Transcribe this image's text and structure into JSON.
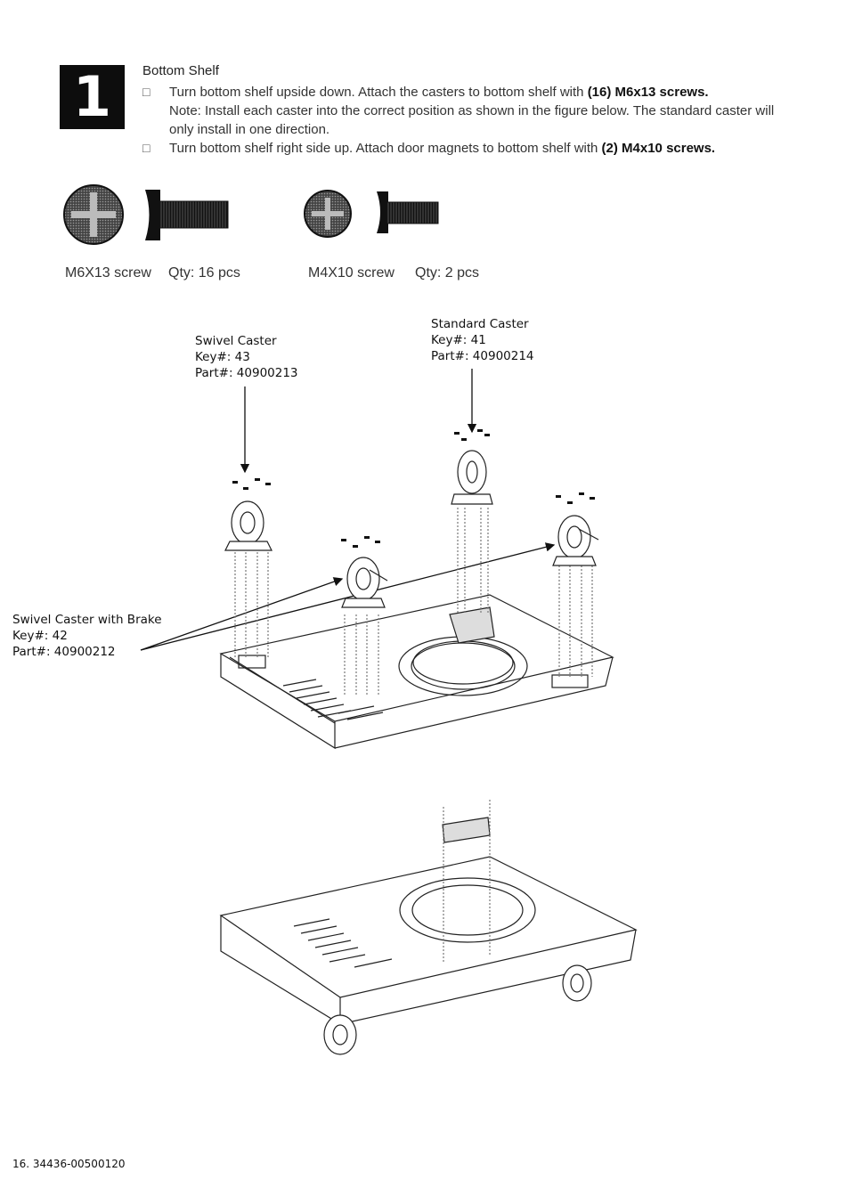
{
  "step": {
    "number": "1",
    "title": "Bottom Shelf",
    "bullet_symbol": "□",
    "instructions": [
      {
        "text_pre": "Turn bottom shelf upside down. Attach the casters to bottom shelf with ",
        "text_bold": "(16) M6x13 screws.",
        "note": "Note: Install each caster into the correct position as shown in the figure below. The standard caster will only install in one direction."
      },
      {
        "text_pre": "Turn bottom shelf right side up. Attach door magnets to bottom shelf with ",
        "text_bold": "(2) M4x10 screws.",
        "note": ""
      }
    ]
  },
  "hardware": [
    {
      "name": "M6X13 screw",
      "qty": "Qty: 16 pcs"
    },
    {
      "name": "M4X10 screw",
      "qty": "Qty: 2 pcs"
    }
  ],
  "callouts": {
    "swivel": {
      "name": "Swivel Caster",
      "key": "Key#: 43",
      "part": "Part#: 40900213"
    },
    "standard": {
      "name": "Standard Caster",
      "key": "Key#: 41",
      "part": "Part#: 40900214"
    },
    "brake": {
      "name": "Swivel Caster with Brake",
      "key": "Key#: 42",
      "part": "Part#: 40900212"
    }
  },
  "footer": "16. 34436-00500120"
}
